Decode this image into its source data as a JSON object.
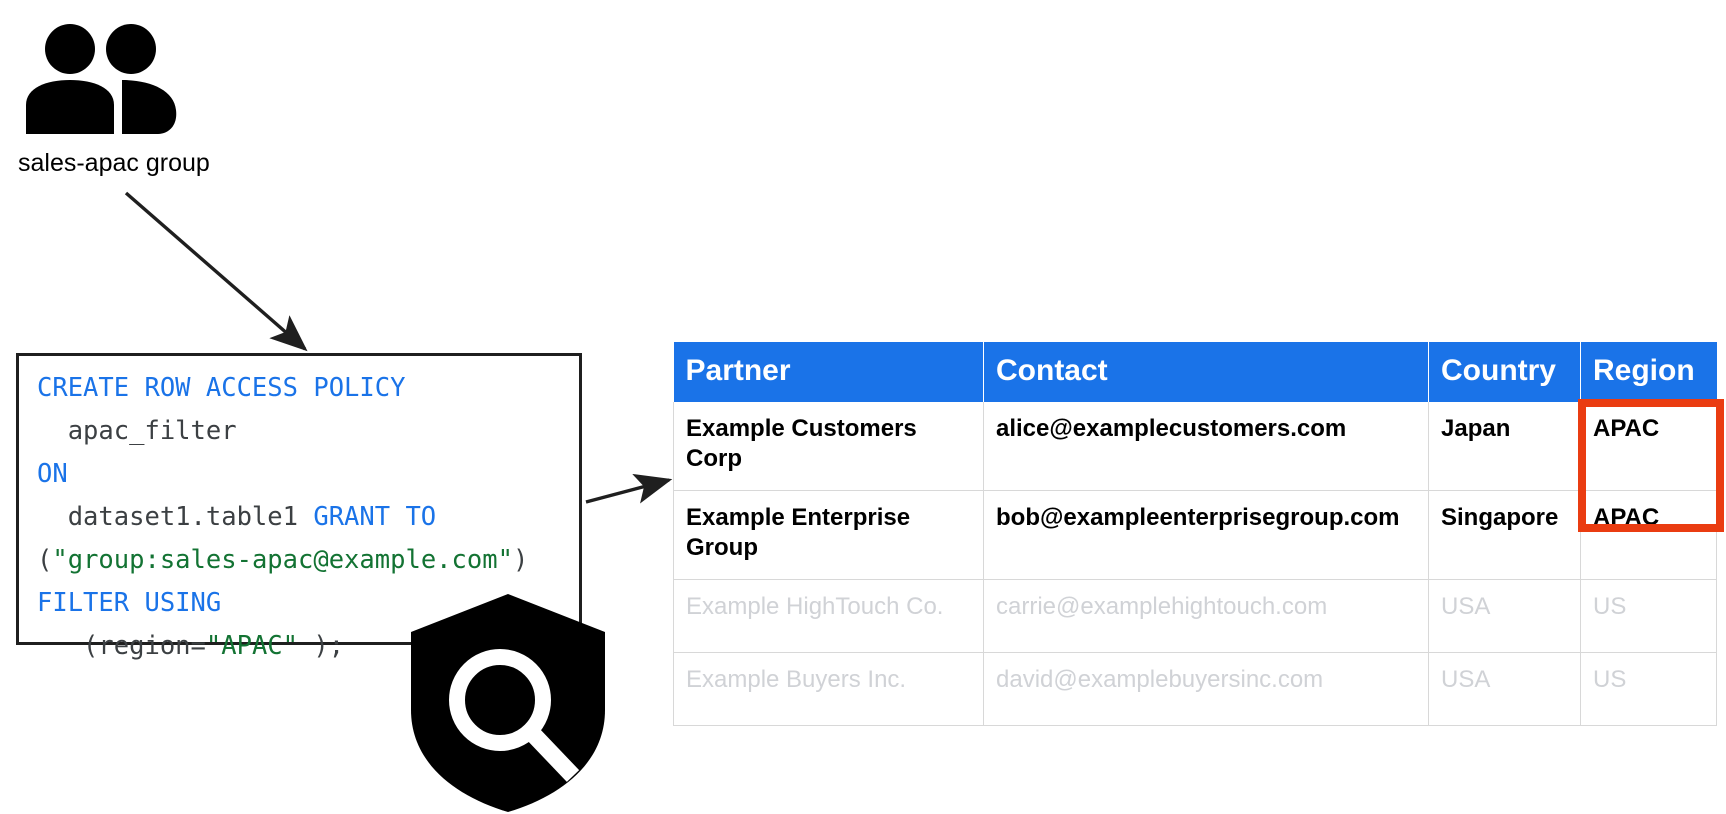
{
  "diagram": {
    "group": {
      "icon": "people-group-icon",
      "label": "sales-apac group"
    },
    "policy_box": {
      "icon": "shield-search-icon",
      "sql_lines": [
        {
          "tokens": [
            {
              "t": "CREATE ROW ACCESS POLICY",
              "c": "kw"
            }
          ]
        },
        {
          "tokens": [
            {
              "t": "  apac_filter",
              "c": "pl"
            }
          ]
        },
        {
          "tokens": [
            {
              "t": "ON",
              "c": "kw"
            }
          ]
        },
        {
          "tokens": [
            {
              "t": "  dataset1.table1 ",
              "c": "pl"
            },
            {
              "t": "GRANT TO",
              "c": "kw"
            }
          ]
        },
        {
          "tokens": [
            {
              "t": "(",
              "c": "pl"
            },
            {
              "t": "\"group:sales-apac@example.com\"",
              "c": "str"
            },
            {
              "t": ")",
              "c": "pl"
            }
          ]
        },
        {
          "tokens": [
            {
              "t": "FILTER USING",
              "c": "kw"
            }
          ]
        },
        {
          "tokens": [
            {
              "t": "   (region=",
              "c": "pl"
            },
            {
              "t": "\"APAC\"",
              "c": "str"
            },
            {
              "t": " );",
              "c": "pl"
            }
          ]
        }
      ],
      "sql_plain": "CREATE ROW ACCESS POLICY\n  apac_filter\nON\n  dataset1.table1 GRANT TO\n(\"group:sales-apac@example.com\")\nFILTER USING\n   (region=\"APAC\" );"
    },
    "arrows": [
      {
        "name": "group-to-policy-arrow",
        "from": "sales-apac group",
        "to": "policy box"
      },
      {
        "name": "policy-to-table-arrow",
        "from": "policy box",
        "to": "partner table"
      }
    ]
  },
  "table": {
    "name": "partner-table",
    "columns": [
      "Partner",
      "Contact",
      "Country",
      "Region"
    ],
    "rows": [
      {
        "state": "visible",
        "cells": [
          "Example Customers Corp",
          "alice@examplecustomers.com",
          "Japan",
          "APAC"
        ]
      },
      {
        "state": "visible",
        "cells": [
          "Example Enterprise Group",
          "bob@exampleenterprisegroup.com",
          "Singapore",
          "APAC"
        ]
      },
      {
        "state": "filtered",
        "cells": [
          "Example HighTouch Co.",
          "carrie@examplehightouch.com",
          "USA",
          "US"
        ]
      },
      {
        "state": "filtered",
        "cells": [
          "Example Buyers Inc.",
          "david@examplebuyersinc.com",
          "USA",
          "US"
        ]
      }
    ],
    "highlight": {
      "name": "region-apac-highlight",
      "covers": "Region column rows 1-2"
    }
  },
  "colors": {
    "header_blue": "#1a73e8",
    "highlight_red": "#ea3c11",
    "keyword_blue": "#1a73e8",
    "string_green": "#137333",
    "muted_grey": "#d0d2d6",
    "text_black": "#000000",
    "border_grey": "#d8d8d8"
  }
}
